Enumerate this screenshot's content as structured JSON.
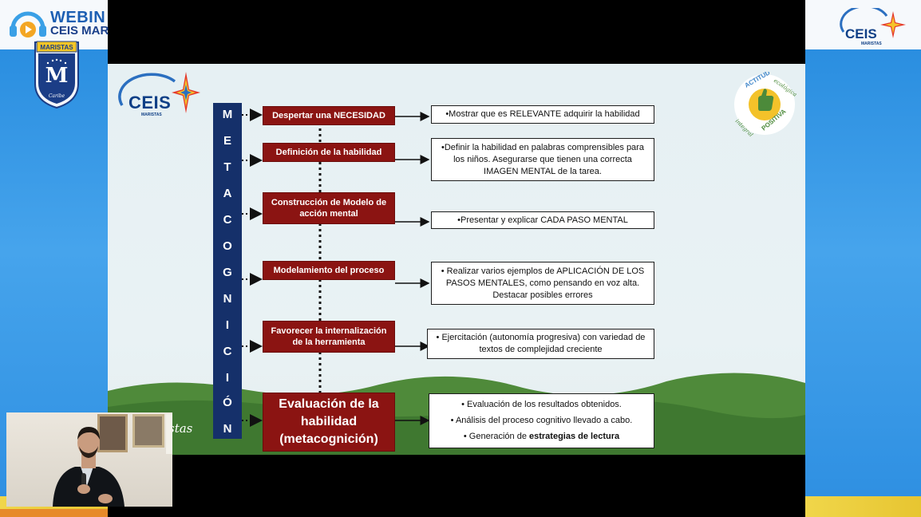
{
  "header": {
    "webinar_line1": "WEBIN",
    "webinar_line2": "CEIS MAR",
    "crest_label": "MARISTAS",
    "crest_sub": "Caribe",
    "ceis_corner": "CEIS",
    "ceis_corner_sub": "MARISTAS"
  },
  "slide": {
    "logo_text": "CEIS",
    "logo_sub": "MARISTAS",
    "badge_lines": [
      "ACTITUD",
      "ecológica",
      "integral",
      "POSITIVA"
    ],
    "vertical_letters": [
      "M",
      "E",
      "T",
      "A",
      "C",
      "O",
      "G",
      "N",
      "I",
      "C",
      "I",
      "Ó",
      "N"
    ],
    "steps": [
      {
        "label": "Despertar una NECESIDAD"
      },
      {
        "label": "Definición de la habilidad"
      },
      {
        "label": "Construcción de Modelo de acción mental"
      },
      {
        "label": "Modelamiento del proceso"
      },
      {
        "label": "Favorecer la internalización de la herramienta"
      },
      {
        "label": "Evaluación de la habilidad (metacognición)"
      }
    ],
    "descriptions": [
      {
        "text": "•Mostrar que es RELEVANTE adquirir la habilidad"
      },
      {
        "text": "•Definir la habilidad en palabras comprensibles para los niños. Asegurarse que tienen una correcta IMAGEN MENTAL de la tarea."
      },
      {
        "text": "•Presentar y explicar CADA PASO MENTAL"
      },
      {
        "text": "• Realizar varios ejemplos de APLICACIÓN DE LOS PASOS MENTALES, como pensando en voz alta. Destacar posibles errores"
      },
      {
        "text": "• Ejercitación (autonomía progresiva) con variedad de textos de complejidad creciente"
      }
    ],
    "evaluation_items": [
      {
        "text": "• Evaluación de los resultados obtenidos."
      },
      {
        "text": "• Análisis del proceso cognitivo llevado a cabo."
      },
      {
        "text": "• Generación de ",
        "bold": "estrategias de lectura"
      }
    ],
    "script_word": "stas"
  },
  "colors": {
    "step_fill": "#8b1412",
    "meta_bar": "#15306a",
    "slide_bg": "#e6f0f3",
    "side_blue": "#3a9be6",
    "side_yellow": "#f0d64a"
  }
}
